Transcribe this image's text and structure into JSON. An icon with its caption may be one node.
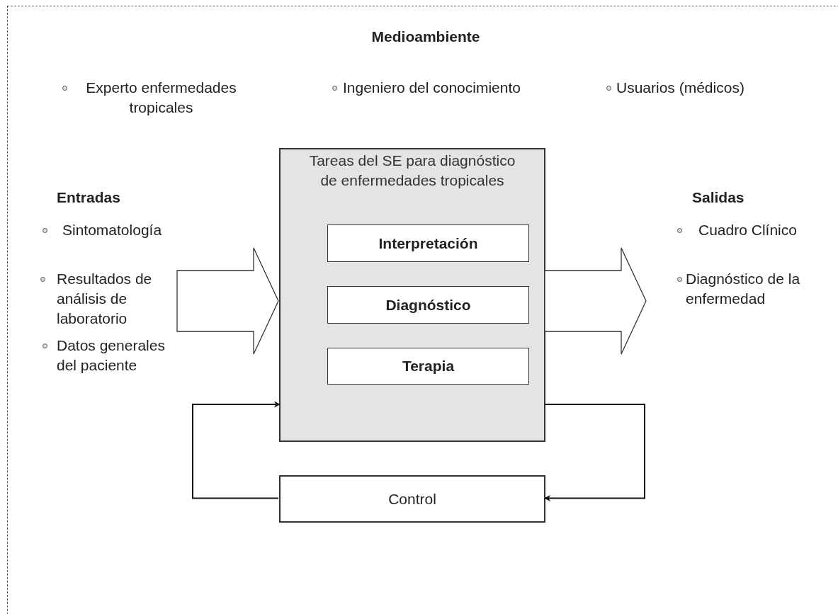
{
  "diagram": {
    "nodes": [
      {
        "text": [
          "Medioambiente"
        ]
      },
      {
        "text": [
          "Tareas del SE para diagnóstico de enfermedades tropicales"
        ],
        "in": 0
      },
      {
        "text": [
          "Interpretación"
        ],
        "in": 1
      },
      {
        "text": [
          "Diagnóstico"
        ],
        "in": 1
      },
      {
        "text": [
          "Terapia"
        ],
        "in": 1
      },
      {
        "text": [
          "Control"
        ],
        "in": 0
      }
    ],
    "edges": [
      {
        "from": null,
        "to": 1,
        "arrow": "to",
        "style": "thick"
      },
      {
        "from": 1,
        "to": null,
        "arrow": "to",
        "style": "thick"
      },
      {
        "from": 1,
        "to": 5,
        "arrow": "to"
      },
      {
        "from": 5,
        "to": 1,
        "arrow": "to"
      }
    ],
    "labels": [
      "Experto enfermedades tropicales",
      "Ingeniero del conocimiento",
      "Usuarios (médicos)",
      "Entradas",
      "Salidas",
      "Sintomatología",
      "Cuadro Clínico",
      "Resultados de análisis de laboratorio",
      "Diagnóstico de la enfermedad",
      "Datos generales del paciente"
    ]
  }
}
